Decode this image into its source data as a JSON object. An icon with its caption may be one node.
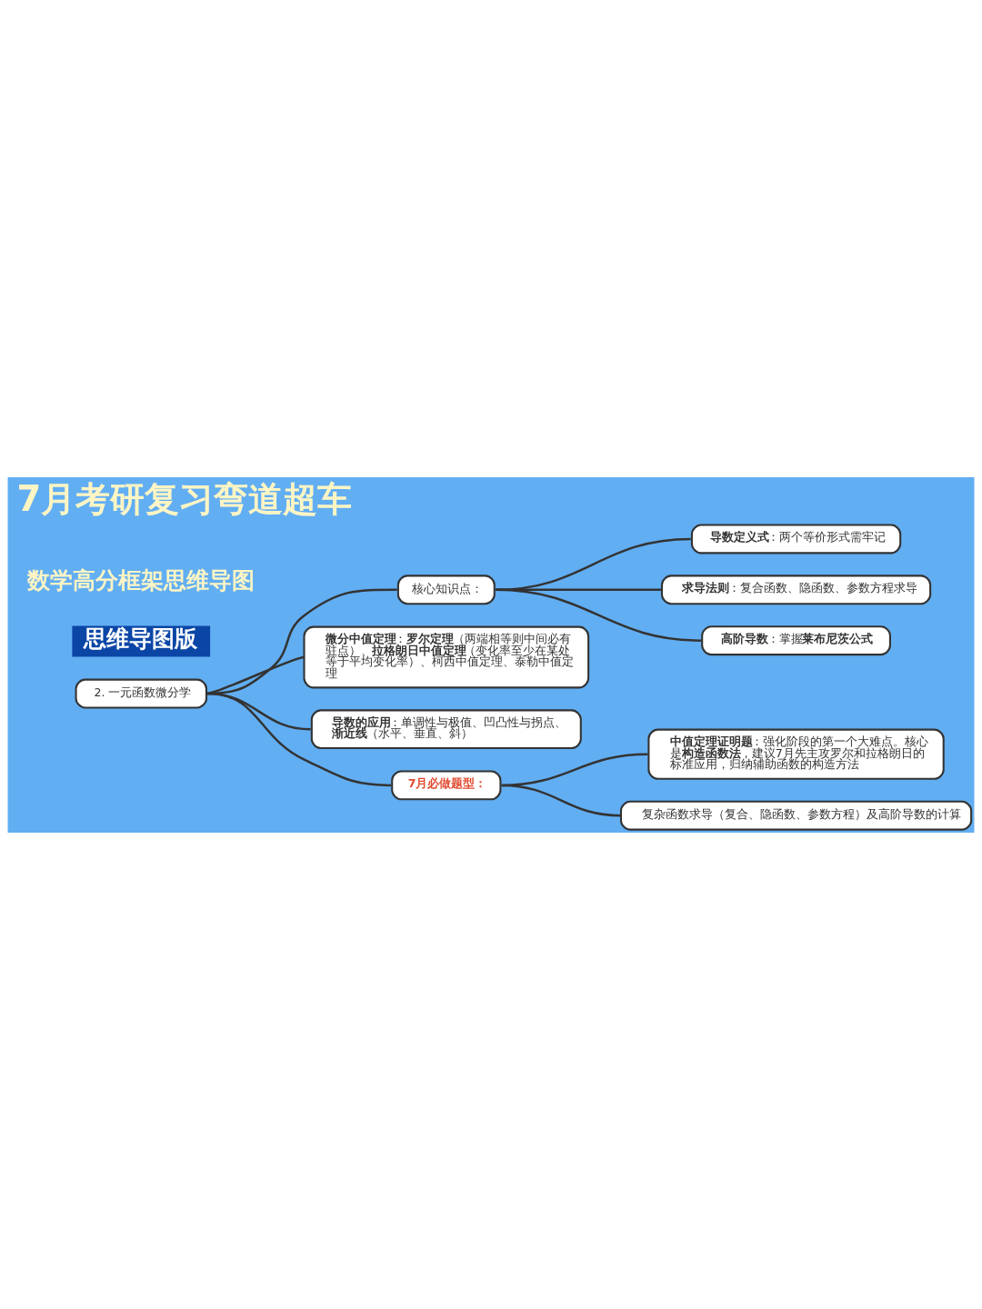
{
  "diagram": {
    "title": "7月考研复习弯道超车",
    "nodes": [
      {
        "text": [
          "2. 一元函数微分学"
        ]
      },
      {
        "text": [
          "核心知识点："
        ]
      },
      {
        "text": [
          "**导数定义式**：两个等价形式需牢记"
        ]
      },
      {
        "text": [
          "**求导法则**：复合函数、隐函数、参数方程求导"
        ]
      },
      {
        "text": [
          "**高阶导数**：掌握**莱布尼茨公式**"
        ]
      },
      {
        "text": [
          "**微分中值定理**：**罗尔定理**（两端相等则中间必有驻点）、**拉格朗日中值定理**（变化率至少在某处等于平均变化率）、柯西中值定理、泰勒中值定理"
        ]
      },
      {
        "text": [
          "**导数的应用**：单调性与极值、凹凸性与拐点、**渐近线**（水平、垂直、斜）"
        ]
      },
      {
        "text": [
          "7月必做题型："
        ]
      },
      {
        "text": [
          "**中值定理证明题**：强化阶段的第一个大难点。核心是**构造函数法**，建议7月先主攻罗尔和拉格朗日的标准应用，归纳辅助函数的构造方法"
        ]
      },
      {
        "text": [
          "复杂函数求导（复合、隐函数、参数方程）及高阶导数的计算"
        ]
      }
    ],
    "edges": [
      {
        "from": 0,
        "to": 1,
        "arrow": "none"
      },
      {
        "from": 1,
        "to": 2,
        "arrow": "none"
      },
      {
        "from": 1,
        "to": 3,
        "arrow": "none"
      },
      {
        "from": 1,
        "to": 4,
        "arrow": "none"
      },
      {
        "from": 0,
        "to": 5,
        "arrow": "none"
      },
      {
        "from": 0,
        "to": 6,
        "arrow": "none"
      },
      {
        "from": 0,
        "to": 7,
        "arrow": "none"
      },
      {
        "from": 7,
        "to": 8,
        "arrow": "none"
      },
      {
        "from": 7,
        "to": 9,
        "arrow": "none"
      }
    ],
    "labels": [
      "数学高分框架思维导图",
      "思维导图版"
    ]
  }
}
